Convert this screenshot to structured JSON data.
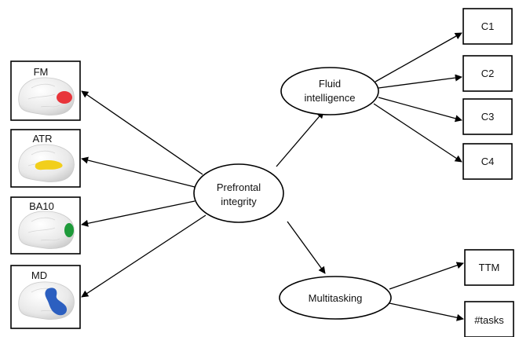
{
  "latent": {
    "prefrontal": [
      "Prefrontal",
      "integrity"
    ],
    "fluid": [
      "Fluid",
      "intelligence"
    ],
    "multitasking": "Multitasking"
  },
  "tracts": [
    {
      "label": "FM",
      "color": "#e8343a"
    },
    {
      "label": "ATR",
      "color": "#f2cf1c"
    },
    {
      "label": "BA10",
      "color": "#1e9a3a"
    },
    {
      "label": "MD",
      "color": "#2c5fc0"
    }
  ],
  "fluid_indicators": [
    "C1",
    "C2",
    "C3",
    "C4"
  ],
  "multitasking_indicators": [
    "TTM",
    "#tasks"
  ]
}
